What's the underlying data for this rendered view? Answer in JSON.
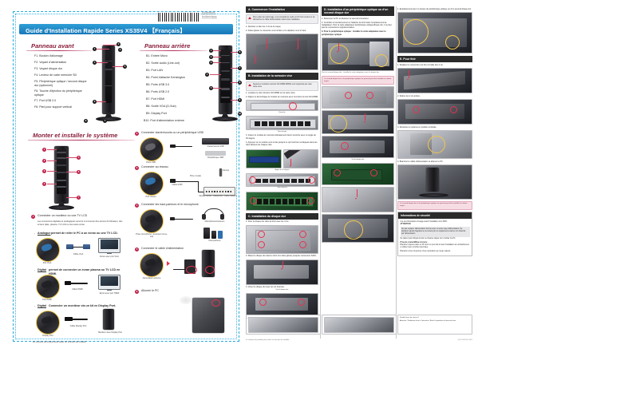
{
  "document": {
    "title": "Guide d'Installation Rapide Series XS35V4 【Français】",
    "barcode_text": "XS35 Installation Sheet\nEnglish/Spanish/Korean\nFrench/German/Japanese\nFrench/Chinese Simplified"
  },
  "page1": {
    "front_panel": {
      "title": "Panneau avant",
      "items": [
        "F1. Bouton d'allumage",
        "F2. Voyant d'alimentation",
        "F3. Voyant disque dur",
        "F4. Lecteur de carte mémoire SD",
        "F5. Périphérique optique / second disque dur (optionnel)",
        "F6. Touche d'éjection du périphérique optique",
        "F7. Port USB 2.0",
        "F8. Pied pour support vertical"
      ],
      "callouts": [
        "1",
        "2",
        "3",
        "4",
        "5",
        "6",
        "7",
        "8"
      ]
    },
    "rear_panel": {
      "title": "Panneau arrière",
      "items": [
        "B1. Entrée Micro",
        "B2. Sortie audio (Line-out)",
        "B3. Port LAN",
        "B4. Point d'attache Kensington",
        "B5. Ports USB 3.0",
        "B6. Ports USB 2.0",
        "B7. Port HDMI",
        "B8. Sortie VGA (D-Sub)",
        "B9. Display Port",
        "B10. Port d'alimentation externe"
      ],
      "callouts": [
        "1",
        "2",
        "3",
        "4",
        "5",
        "6",
        "7",
        "8",
        "9",
        "10"
      ]
    },
    "assembly": {
      "title": "Monter et installer le système",
      "diagram_callouts": [
        "1",
        "2",
        "3",
        "4",
        "5",
        "6",
        "7"
      ],
      "steps": [
        {
          "num": "1",
          "heading": "Connecter un moniteur ou une TV LCD",
          "body": "Les connexions digitales et analogiques servent à connecter des écrans d'ordinateur, des écrans plats, plasma, TV LCD ou tout autre écran.",
          "subs": [
            {
              "label": "Analogue",
              "text": "permet de relier le PC à un écran ou une TV LCD.",
              "captions": [
                "Port VGA",
                "Câble VGA",
                "Écran avec port VGA"
              ]
            },
            {
              "label": "Digital",
              "text": "permet de connecter un écran plasma ou TV LCD en HDMI.",
              "captions": [
                "Port HDMI",
                "Câble HDMI",
                "Écran avec port HDMI"
              ]
            },
            {
              "label": "Digital",
              "text": "Connecter un moniteur via un kit en Display Port.",
              "captions": [
                "Display Port",
                "Câble Display Port",
                "Moniteur avec Display Port"
              ]
            }
          ]
        },
        {
          "num": "2",
          "heading": "Connecter clavier/souris ou un périphérique USB",
          "captions": [
            "Ports USB",
            "Clavier/souris USB",
            "Périphérique USB"
          ]
        },
        {
          "num": "3",
          "heading": "Connecter au réseau",
          "captions": [
            "Port réseau",
            "Câble RJ45",
            "Prise murale",
            "Internet",
            "Modem ADSL / Câble/DSL / Cable Modem"
          ]
        },
        {
          "num": "4",
          "heading": "Connecter les haut-parleurs et le microphone",
          "captions": [
            "Prise microphone / écouteurs (Line-out)",
            "Microphone/écouteurs",
            "Haut-parleurs"
          ]
        },
        {
          "num": "5",
          "heading": "Connecter le câble d'alimentation",
          "captions": [
            "Alimentation externe"
          ]
        },
        {
          "num": "6",
          "heading": "Allumer le PC",
          "captions": []
        }
      ],
      "footnote": "Le contenu du produit peut varier en fonction du modèle."
    }
  },
  "page2": {
    "sections": [
      {
        "id": "A",
        "title": "A. Commencer l'installation",
        "warning": "Pour éviter tout dommage, il est conseillé de mettre le PC hors tension et de débrancher le câble d'alimentation avant toute installation.",
        "steps": [
          "1. Dévisser et ôter les 2 vis de la coque.",
          "2. Faites glisser le couvercle vers l'arrière et le déplacer vers le haut."
        ]
      },
      {
        "id": "B",
        "title": "B. Installation de la mémoire vive",
        "warning": "Seules les modules mémoire SO-DIMM DDR3L sont supportés par cette carte mère.",
        "steps": [
          "1. Localiser le slot mémoire SO-DIMM sur la carte mère.",
          "2. Aligner le décrochage du module de mémoire avec l'encoche du slot SO-DIMM.",
          "3. Insérer le module de mémoire délicatement dans l'encoche avec un angle de 45 degrés.",
          "4. Appuyer sur le module vers le bas jusqu'à ce qu'il soit bien encliqueté dans les clips latéraux de chaque côté."
        ],
        "captions": [
          "Encoche",
          "Décrochage",
          "Angle de 45 degrés",
          "Clips latéraux"
        ]
      },
      {
        "id": "C",
        "title": "C. Installation du disque dur",
        "steps": [
          "1. Fixer le disque dur dans la tiroir avec les 4 vis.",
          "2. Placer le disque dur dans le tiroir et le faire glisser jusqu'au connecteur SATA.",
          "3. Visser le disque dur avec les vis fournies.",
          "4. Fixer le disque dur dans le boîtier avec les vis."
        ],
        "captions": [
          "Vis du disque dur",
          "Vis du disque dur"
        ]
      },
      {
        "id": "D",
        "title": "D. Installation d'un périphérique optique ou d'un second disque dur",
        "steps": [
          "1. Retournez le PC et dévissez le second connecteur.",
          "2. Contrôler le fonctionnement et l'attache du tiroir dans l'emplacement de l'adaptateur. Pour la carte adaptateur périphérique optique/disque dur, il ne faut pas de connecteurs supplémentaires.",
          "3. Pour le périphérique optique : installer la carte adaptateur avec le périphérique optique."
        ],
        "note": "Pour le second disque dur : installer la carte adaptateur avec le disque dur.",
        "pink_note": "Le second disque dur et le périphérique optique ne peuvent pas être installés en même temps."
      },
      {
        "id": "E",
        "title": "E. Pour finir",
        "steps": [
          "1. Replacer le couvercle et le fixer à l'aide des 2 vis.",
          "2. Retirer les 2 vis arrière.",
          "3. Remettre le système en position verticale.",
          "4. Brancher le câble d'alimentation et allumer le PC."
        ]
      }
    ],
    "optical_caption": "1. Emplacement pour un lecteur de périphérique optique ou d'un second disque dur",
    "security": {
      "title": "Informations de sécurité",
      "intro": "Lire les informations d'usage avant l'installation d'un WPC.",
      "attention_title": "ATTENTION",
      "attention_body": "Ne pas replacer l'alimentation fournie avec un autre type d'alimentation. Ne déplacez jamais l'appareil en le tenant par un équipement externe non branché par l'alimentation.",
      "attention_body2": "Ne placez pas d'objets lourds ou d'autres objets sur le boîtier du PC.",
      "shock_title": "Prise de courant/Mise à la terre",
      "shock_body": "Brancher toujours dans un PC dont un pos doit à toute l'installation de réchauffement et utiliser avec le boîtier électrique.",
      "shock_body2": "Brancher à tout l'ouverture d'une l'opération au niveau naturel.",
      "product_class": "Produit laser de classe II",
      "product_class_body": "Attention : Radiations laser à l'ouverture. Éviter l'exposition au faisceau laser."
    },
    "footnote": "Le contenu du produit peut varier en fonction du modèle.",
    "doc_code": "QIG-XS35V4-0001"
  }
}
